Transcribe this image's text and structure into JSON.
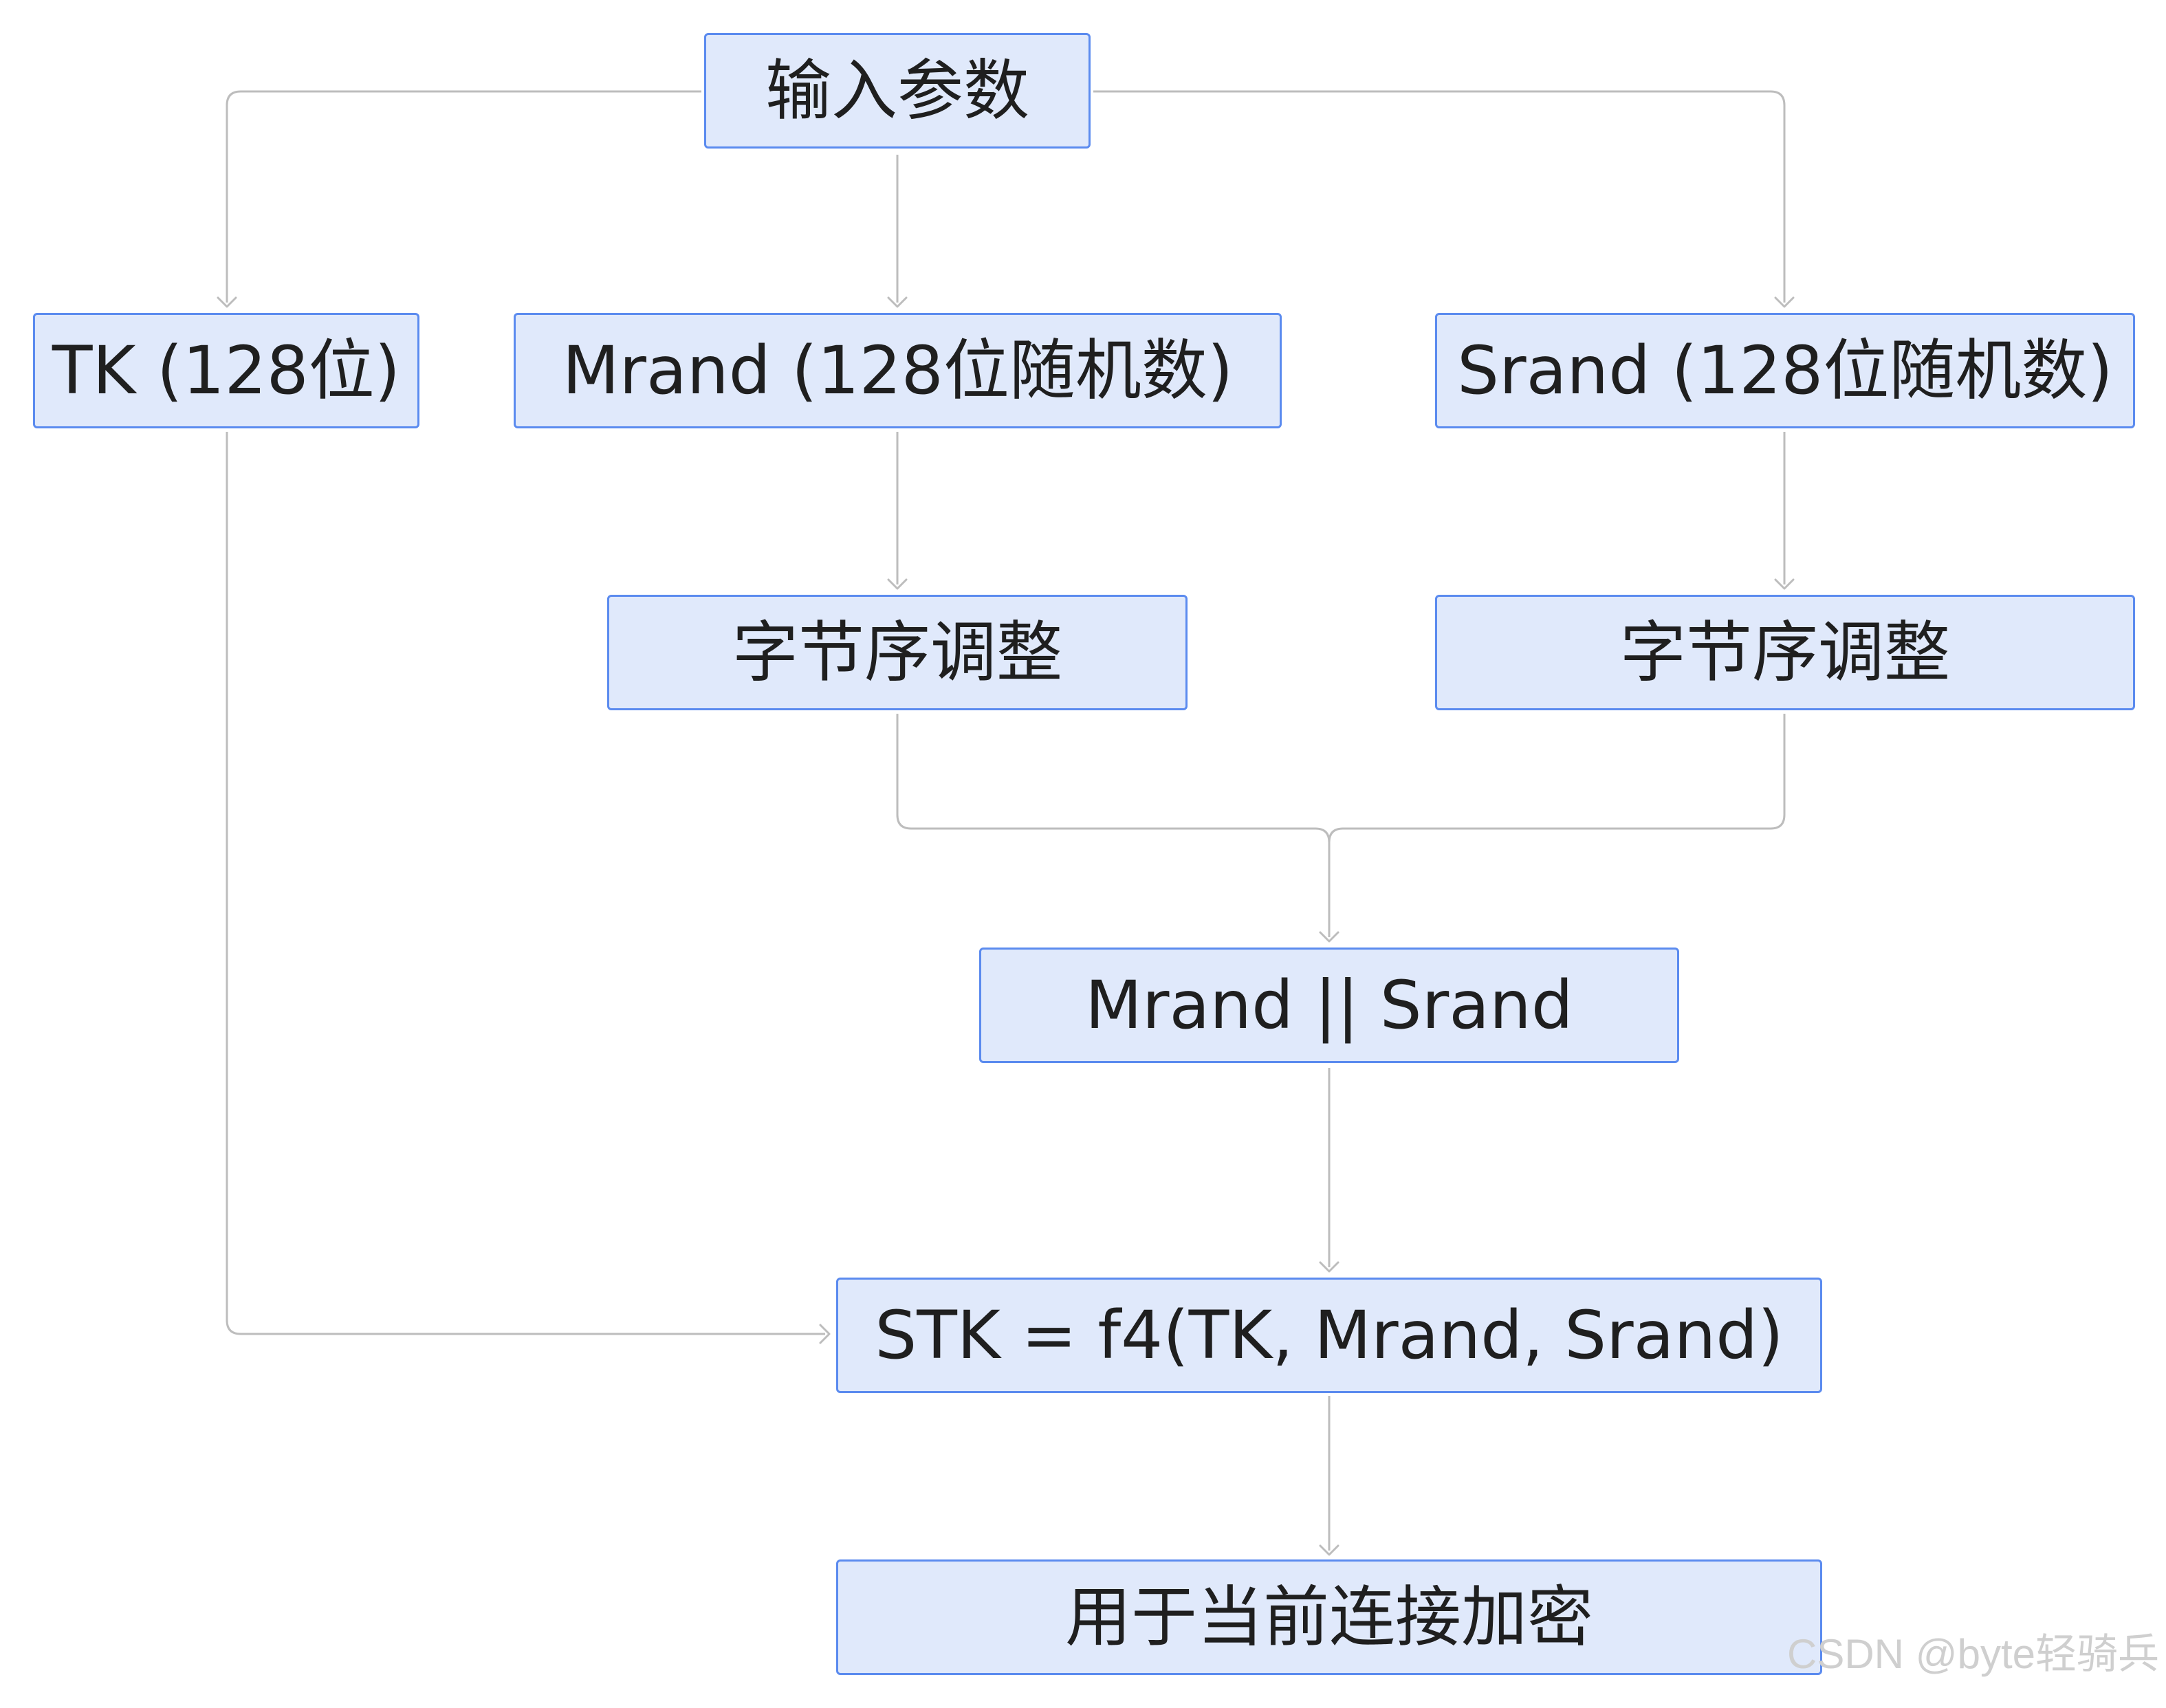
{
  "nodes": {
    "input": "输入参数",
    "tk": "TK (128位)",
    "mrand": "Mrand (128位随机数)",
    "srand": "Srand (128位随机数)",
    "swap_left": "字节序调整",
    "swap_right": "字节序调整",
    "concat": "Mrand || Srand",
    "stk": "STK = f4(TK, Mrand, Srand)",
    "use": "用于当前连接加密"
  },
  "watermark": "CSDN @byte轻骑兵",
  "colors": {
    "node_fill": "#e0e9fb",
    "node_border": "#5b8bef",
    "edge": "#bdbdbd",
    "text": "#1f1f1f"
  }
}
